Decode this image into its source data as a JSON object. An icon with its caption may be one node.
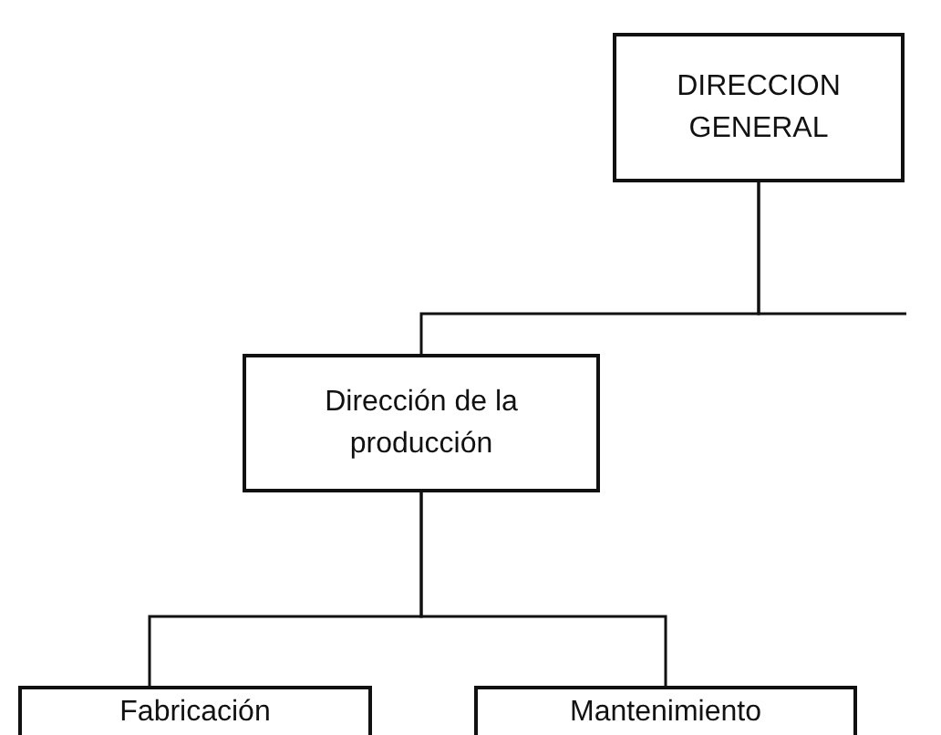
{
  "diagram": {
    "nodes": [
      {
        "text": [
          "DIRECCION GENERAL"
        ]
      },
      {
        "text": [
          "Dirección de la producción"
        ]
      },
      {
        "text": [
          "Fabricación"
        ]
      },
      {
        "text": [
          "Mantenimiento"
        ]
      }
    ],
    "edges": [
      {
        "from": 0,
        "to": 1,
        "arrow": "none"
      },
      {
        "from": 0,
        "to": null,
        "arrow": "none"
      },
      {
        "from": 1,
        "to": 2,
        "arrow": "none"
      },
      {
        "from": 1,
        "to": 3,
        "arrow": "none"
      }
    ]
  }
}
